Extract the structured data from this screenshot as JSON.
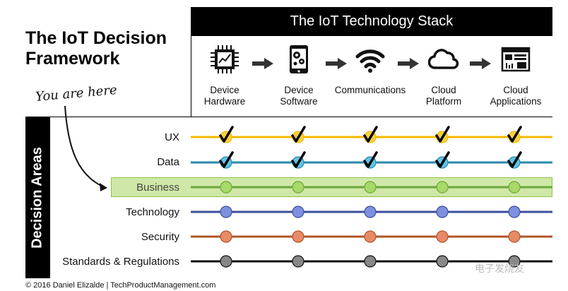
{
  "title_line1": "The IoT Decision",
  "title_line2": "Framework",
  "you_are_here": "You are here",
  "stack_header": "The IoT Technology Stack",
  "decision_areas_label": "Decision Areas",
  "columns": [
    {
      "line1": "Device",
      "line2": "Hardware",
      "icon": "chip-icon"
    },
    {
      "line1": "Device",
      "line2": "Software",
      "icon": "tablet-gears-icon"
    },
    {
      "line1": "Communications",
      "line2": "",
      "icon": "wifi-icon"
    },
    {
      "line1": "Cloud",
      "line2": "Platform",
      "icon": "cloud-icon"
    },
    {
      "line1": "Cloud",
      "line2": "Applications",
      "icon": "app-window-icon"
    }
  ],
  "rows": [
    {
      "label": "UX",
      "line_color": "#f5b800",
      "dot_color": "#f7d23c",
      "checked": true
    },
    {
      "label": "Data",
      "line_color": "#2a8aa8",
      "dot_color": "#5cc4e6",
      "checked": true
    },
    {
      "label": "Business",
      "line_color": "#6aa83a",
      "dot_color": "#a8d86a",
      "checked": false,
      "highlighted": true,
      "text_color": "#444444"
    },
    {
      "label": "Technology",
      "line_color": "#3b4f9c",
      "dot_color": "#7f8fe0",
      "checked": false
    },
    {
      "label": "Security",
      "line_color": "#b0542a",
      "dot_color": "#e88a66",
      "checked": false
    },
    {
      "label": "Standards & Regulations",
      "line_color": "#111111",
      "dot_color": "#888888",
      "checked": false
    }
  ],
  "copyright": "© 2016 Daniel Elizalde | TechProductManagement.com",
  "watermark": "电子发烧友"
}
